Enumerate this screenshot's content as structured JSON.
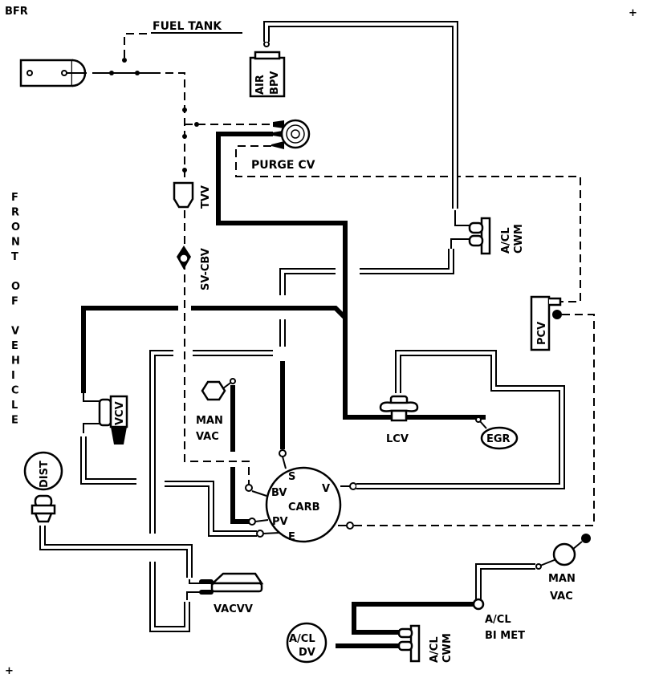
{
  "diagram": {
    "title_code": "BFR",
    "orientation_label": "FRONT OF VEHICLE",
    "orientation_letters": [
      "F",
      "R",
      "O",
      "N",
      "T",
      "",
      "O",
      "F",
      "",
      "V",
      "E",
      "H",
      "I",
      "C",
      "L",
      "E"
    ],
    "registration_mark": "+",
    "components": {
      "fuel_tank": "FUEL TANK",
      "air_bpv_line1": "AIR",
      "air_bpv_line2": "BPV",
      "purge_cv": "PURGE CV",
      "tvv": "TVV",
      "sv_cbv": "SV-CBV",
      "ac_cwm_top_line1": "A/CL",
      "ac_cwm_top_line2": "CWM",
      "pcv": "PCV",
      "vcv": "VCV",
      "man_vac_left_line1": "MAN",
      "man_vac_left_line2": "VAC",
      "lcv": "LCV",
      "egr": "EGR",
      "dist": "DIST",
      "carb": "CARB",
      "carb_port_s": "S",
      "carb_port_bv": "BV",
      "carb_port_v": "V",
      "carb_port_pv": "PV",
      "carb_port_e": "E",
      "vacvv": "VACVV",
      "man_vac_right_line1": "MAN",
      "man_vac_right_line2": "VAC",
      "ac_bimet_line1": "A/CL",
      "ac_bimet_line2": "BI MET",
      "ac_dv_line1": "A/CL",
      "ac_dv_line2": "DV",
      "ac_cwm_bottom_line1": "A/CL",
      "ac_cwm_bottom_line2": "CWM"
    }
  }
}
